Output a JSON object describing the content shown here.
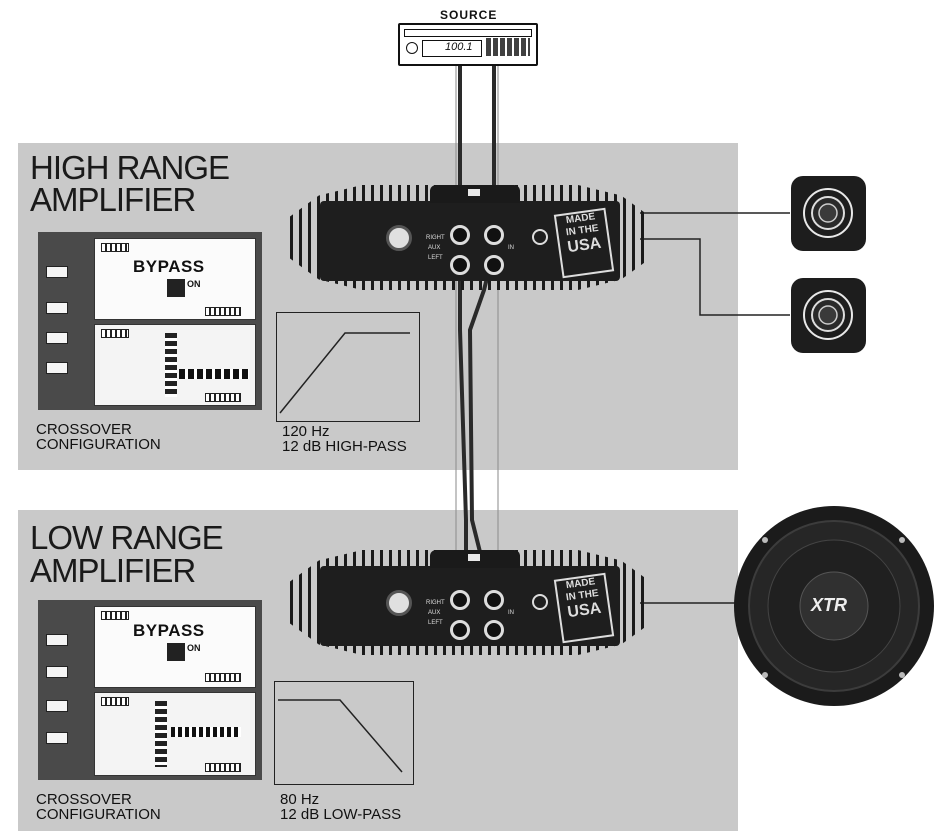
{
  "source": {
    "label": "SOURCE",
    "display": "100.1"
  },
  "high_range": {
    "title_line1": "HIGH RANGE",
    "title_line2": "AMPLIFIER",
    "bypass_label": "BYPASS",
    "on_label": "ON",
    "crossover_line1": "CROSSOVER",
    "crossover_line2": "CONFIGURATION",
    "freq": "120 Hz",
    "filter": "12 dB HIGH-PASS"
  },
  "low_range": {
    "title_line1": "LOW RANGE",
    "title_line2": "AMPLIFIER",
    "bypass_label": "BYPASS",
    "on_label": "ON",
    "crossover_line1": "CROSSOVER",
    "crossover_line2": "CONFIGURATION",
    "freq": "80 Hz",
    "filter": "12 dB LOW-PASS"
  },
  "amplifier": {
    "badge_line1": "MADE",
    "badge_line2": "IN THE",
    "badge_line3": "USA",
    "input_right": "RIGHT",
    "input_aux": "AUX",
    "input_left": "LEFT",
    "input_in": "IN"
  },
  "subwoofer": {
    "logo": "XTR"
  },
  "colors": {
    "panel": "#c9c9c9",
    "amp_body": "#1e1e1e",
    "wire": "#2a2a2a"
  }
}
